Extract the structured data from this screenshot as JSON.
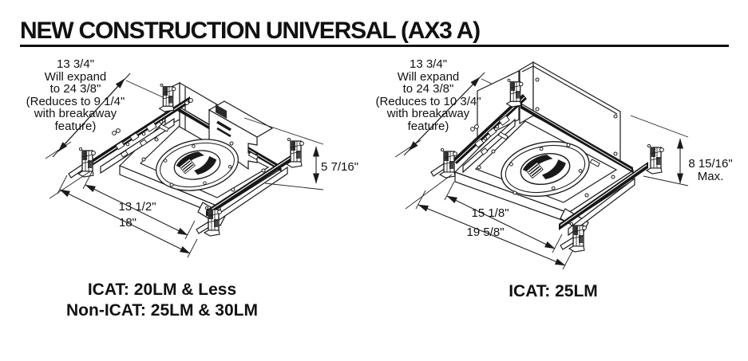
{
  "title": "NEW CONSTRUCTION UNIVERSAL (AX3 A)",
  "left": {
    "expand_lines": [
      "13 3/4\"",
      "Will expand",
      "to 24 3/8\"",
      "(Reduces to 9 1/4\"",
      "with breakaway",
      "feature)"
    ],
    "height": "5 7/16\"",
    "width_inner": "13 1/2\"",
    "width_outer": "18\"",
    "caption1": "ICAT: 20LM & Less",
    "caption2": "Non-ICAT: 25LM & 30LM"
  },
  "right": {
    "expand_lines": [
      "13 3/4\"",
      "Will expand",
      "to 24 3/8\"",
      "(Reduces to 10 3/4\"",
      "with breakaway",
      "feature)"
    ],
    "height": "8 15/16\"",
    "height_suffix": "Max.",
    "width_inner": "15 1/8\"",
    "width_outer": "19 5/8\"",
    "caption1": "ICAT: 25LM"
  }
}
